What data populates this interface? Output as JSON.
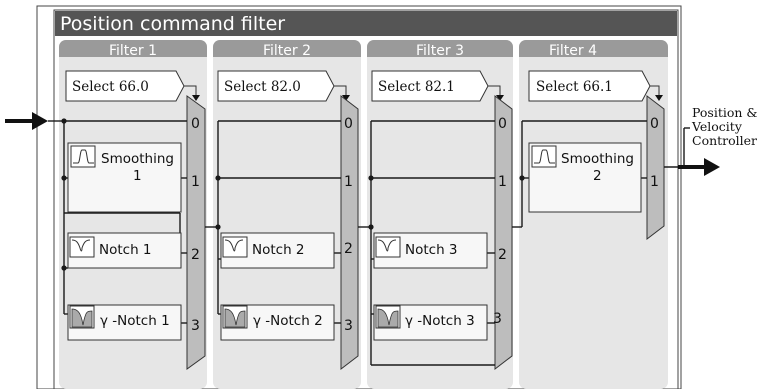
{
  "title": "Position command filter",
  "output_label": [
    "Position &",
    "Velocity",
    "Controller"
  ],
  "filters": [
    {
      "header": "Filter 1",
      "select": "Select 66.0",
      "ports": [
        "0",
        "1",
        "2",
        "3"
      ],
      "blocks": [
        {
          "label": "Smoothing",
          "label2": "1",
          "icon": "smoothing-icon"
        },
        {
          "label": "Notch 1",
          "label2": "",
          "icon": "notch-icon"
        },
        {
          "label": "γ -Notch 1",
          "label2": "",
          "icon": "gamma-notch-icon"
        }
      ]
    },
    {
      "header": "Filter 2",
      "select": "Select 82.0",
      "ports": [
        "0",
        "1",
        "2",
        "3"
      ],
      "blocks": [
        {
          "label": "Notch 2",
          "label2": "",
          "icon": "notch-icon"
        },
        {
          "label": "γ -Notch 2",
          "label2": "",
          "icon": "gamma-notch-icon"
        }
      ]
    },
    {
      "header": "Filter 3",
      "select": "Select 82.1",
      "ports": [
        "0",
        "1",
        "2",
        "3"
      ],
      "blocks": [
        {
          "label": "Notch 3",
          "label2": "",
          "icon": "notch-icon"
        },
        {
          "label": "γ -Notch 3",
          "label2": "",
          "icon": "gamma-notch-icon"
        }
      ]
    },
    {
      "header": "Filter 4",
      "select": "Select 66.1",
      "ports": [
        "0",
        "1"
      ],
      "blocks": [
        {
          "label": "Smoothing",
          "label2": "2",
          "icon": "smoothing-icon"
        }
      ]
    }
  ],
  "colors": {
    "title_bar": "#555555",
    "column_header": "#9a9a9a",
    "column_bg": "#e6e6e6",
    "mux_fill": "#bdbdbd",
    "block_bg": "#f7f7f7"
  }
}
